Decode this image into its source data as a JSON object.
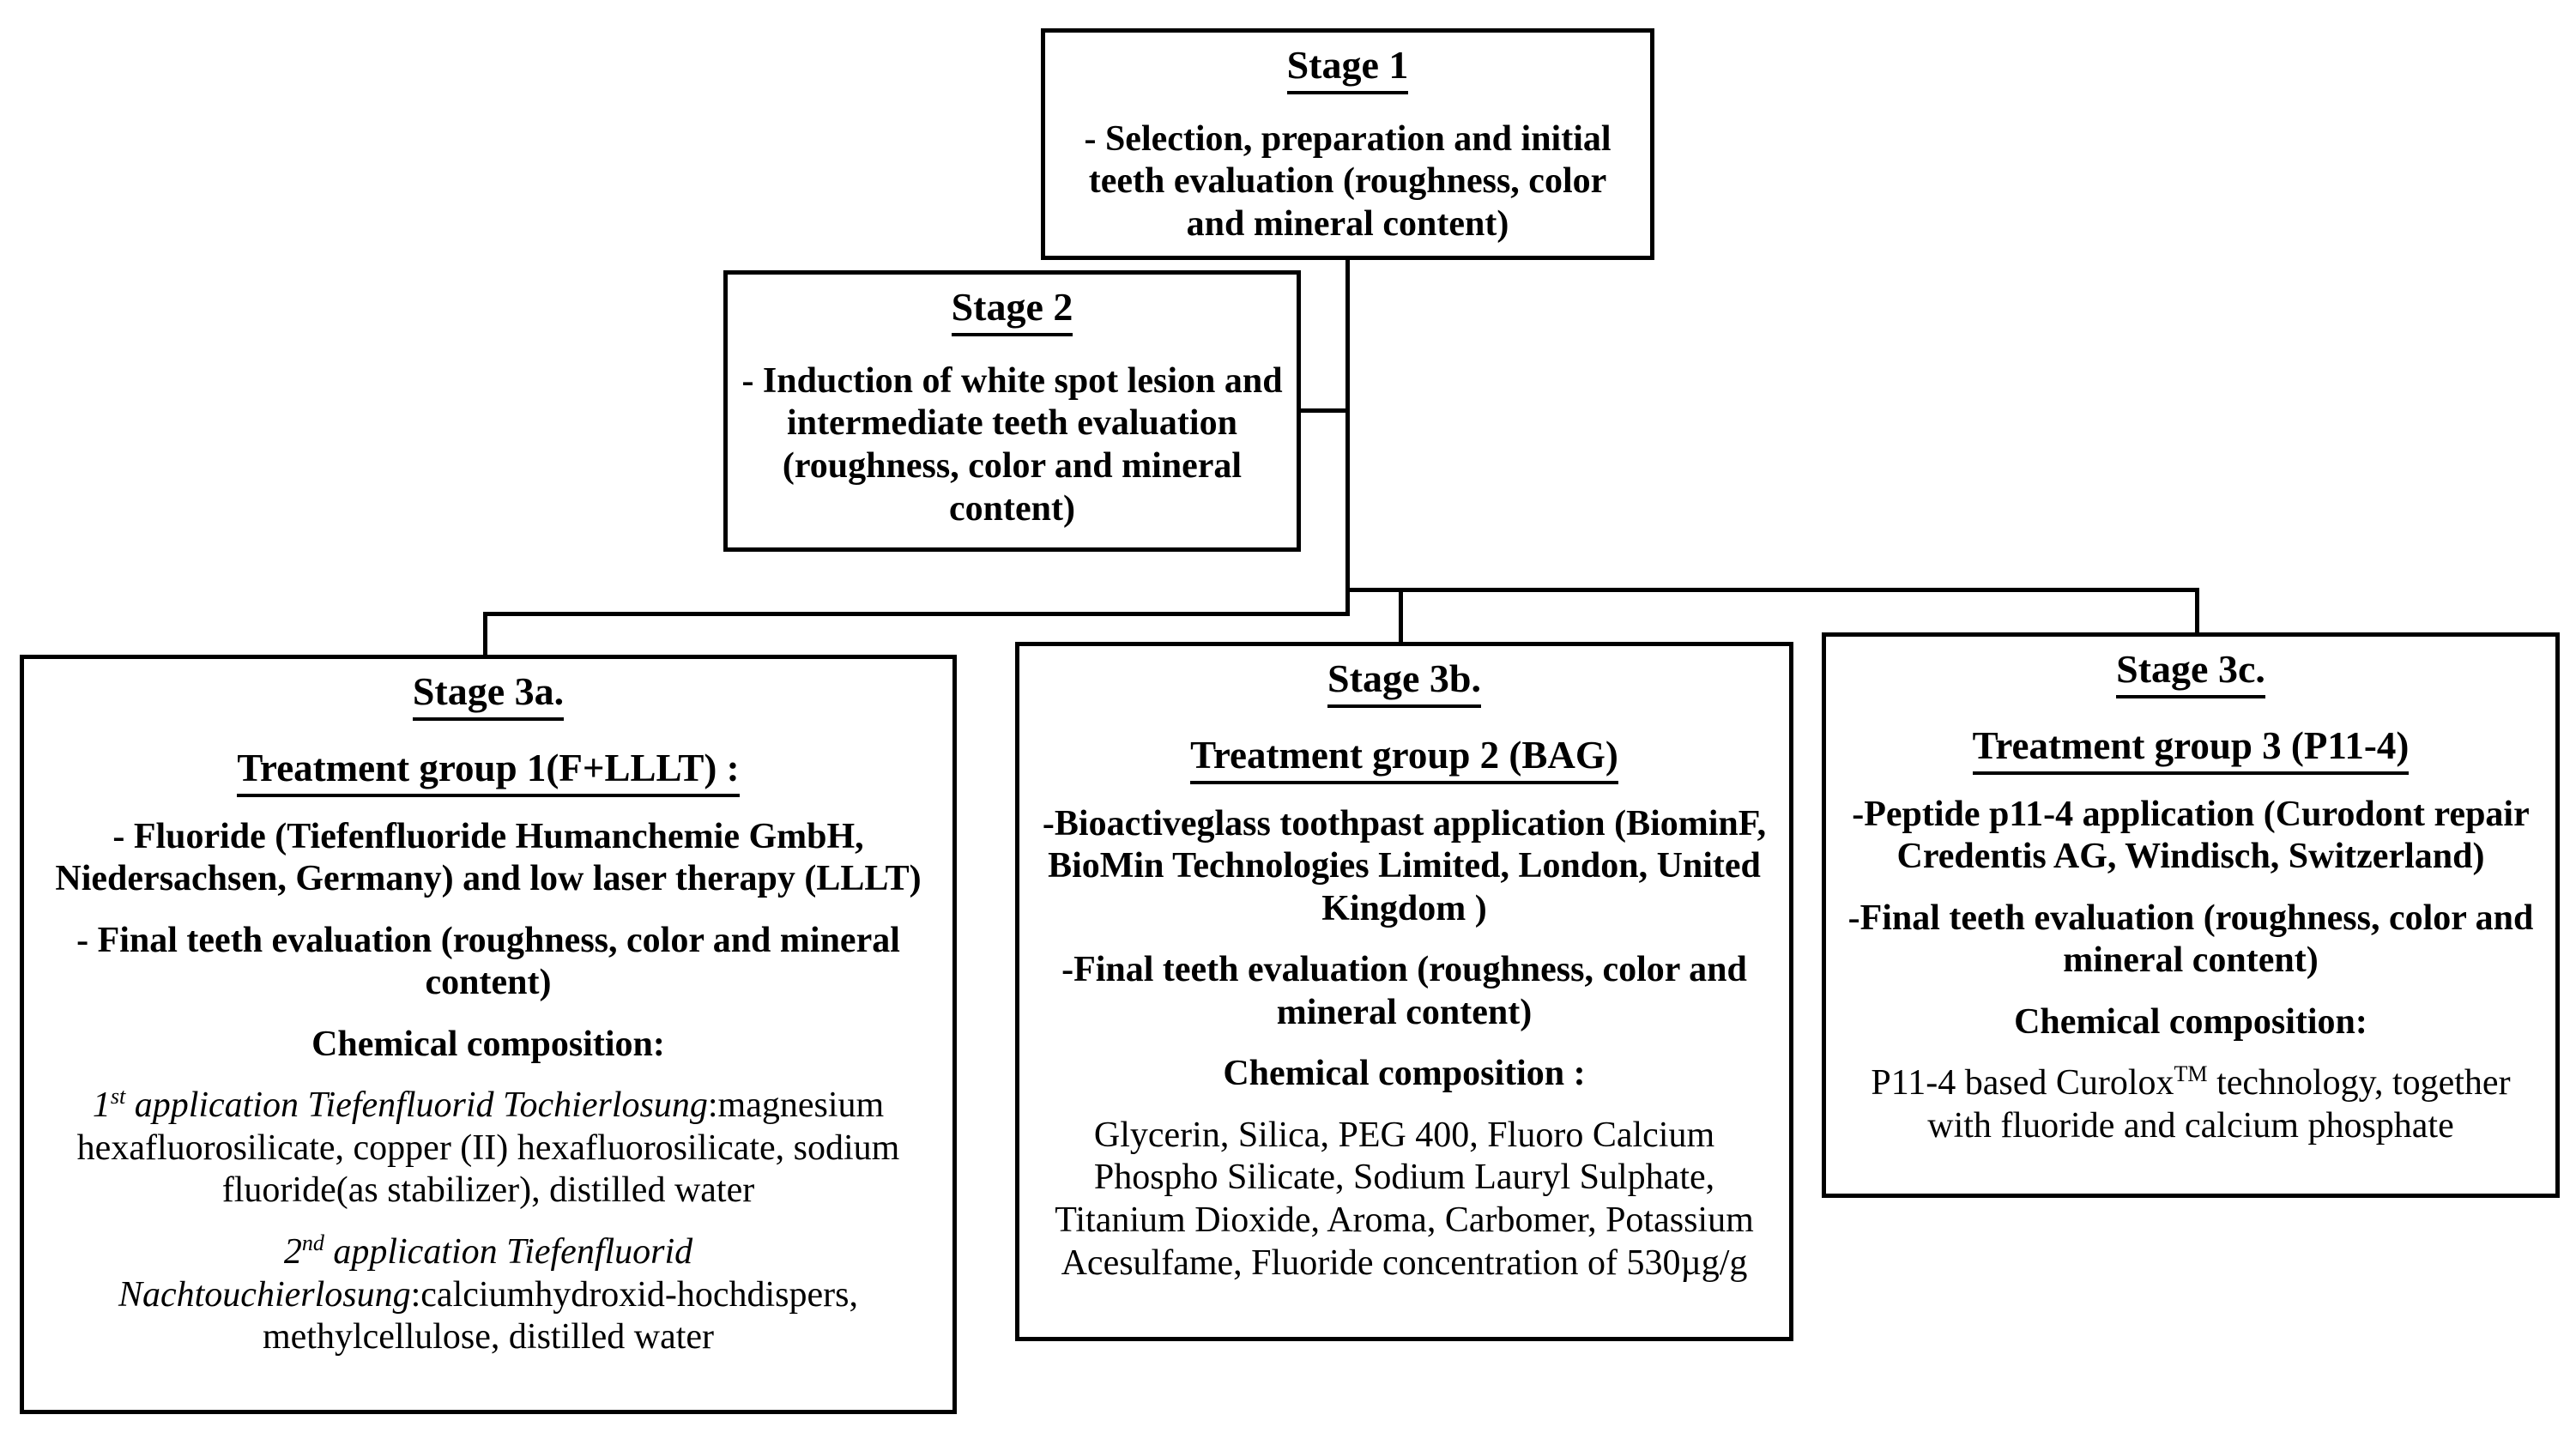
{
  "colors": {
    "background": "#ffffff",
    "box_border": "#000000",
    "connector_line": "#000000",
    "text": "#000000"
  },
  "diagram": {
    "stage1": {
      "title": "Stage 1",
      "body": "- Selection, preparation and initial teeth evaluation (roughness, color and mineral content)"
    },
    "stage2": {
      "title": "Stage 2",
      "body": "- Induction of white spot lesion and intermediate teeth evaluation (roughness, color and mineral content)"
    },
    "stage3a": {
      "title": "Stage 3a.",
      "subtitle": "Treatment group 1(F+LLLT) :",
      "item1": "- Fluoride (Tiefenfluoride Humanchemie GmbH, Niedersachsen, Germany) and low laser therapy (LLLT)",
      "item2": "- Final teeth evaluation (roughness, color and mineral content)",
      "composition_heading": "Chemical composition:",
      "application1": {
        "ordinal": "1",
        "ordinal_suffix": "st",
        "italic": " application Tiefenfluorid Tochierlosung",
        "regular": ":magnesium hexafluorosilicate, copper (II) hexafluorosilicate, sodium fluoride(as stabilizer), distilled water"
      },
      "application2": {
        "ordinal": "2",
        "ordinal_suffix": "nd",
        "italic": " application Tiefenfluorid Nachtouchierlosung",
        "regular": ":calciumhydroxid-hochdispers, methylcellulose, distilled water"
      }
    },
    "stage3b": {
      "title": "Stage 3b.",
      "subtitle": "Treatment group 2 (BAG)",
      "item1": "-Bioactiveglass toothpast application (BiominF, BioMin Technologies Limited, London, United Kingdom )",
      "item2": "-Final teeth evaluation (roughness, color and mineral content)",
      "composition_heading": "Chemical composition :",
      "composition": "Glycerin, Silica, PEG 400, Fluoro Calcium Phospho Silicate, Sodium Lauryl Sulphate, Titanium Dioxide, Aroma, Carbomer, Potassium Acesulfame, Fluoride concentration of 530µg/g"
    },
    "stage3c": {
      "title": "Stage 3c.",
      "subtitle": "Treatment group 3 (P11-4)",
      "item1": "-Peptide p11-4 application (Curodont repair Credentis AG, Windisch, Switzerland)",
      "item2": "-Final teeth evaluation (roughness, color and mineral content)",
      "composition_heading": "Chemical composition:",
      "composition": {
        "pre": "P11-4 based Curolox",
        "sup": "TM",
        "post": " technology, together with fluoride and calcium phosphate"
      }
    }
  }
}
